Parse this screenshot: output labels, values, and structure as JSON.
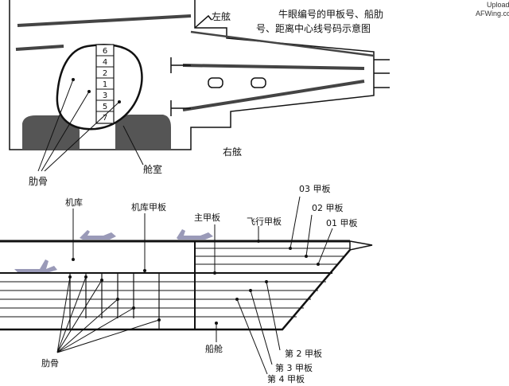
{
  "watermark": {
    "line1": "Upload to",
    "line2": "AFWing.com"
  },
  "top_diagram": {
    "title_line1": "牛眼编号的甲板号、船肋",
    "title_line2": "号、距离中心线号码示意图",
    "port": "左舷",
    "starboard": "右舷",
    "rib": "肋骨",
    "compartment": "舱室",
    "deck_numbers": [
      "6",
      "4",
      "2",
      "1",
      "3",
      "5",
      "7"
    ]
  },
  "bottom_diagram": {
    "hangar": "机库",
    "hangar_deck": "机库甲板",
    "main_deck": "主甲板",
    "flight_deck": "飞行甲板",
    "deck_03": "03 甲板",
    "deck_02": "02 甲板",
    "deck_01": "01 甲板",
    "deck_2": "第 2 甲板",
    "deck_3": "第 3 甲板",
    "deck_4": "第 4 甲板",
    "hold": "船舱",
    "rib": "肋骨"
  },
  "colors": {
    "ink": "#111111",
    "hull_dark": "#555555",
    "aircraft": "#9a9ab8"
  }
}
